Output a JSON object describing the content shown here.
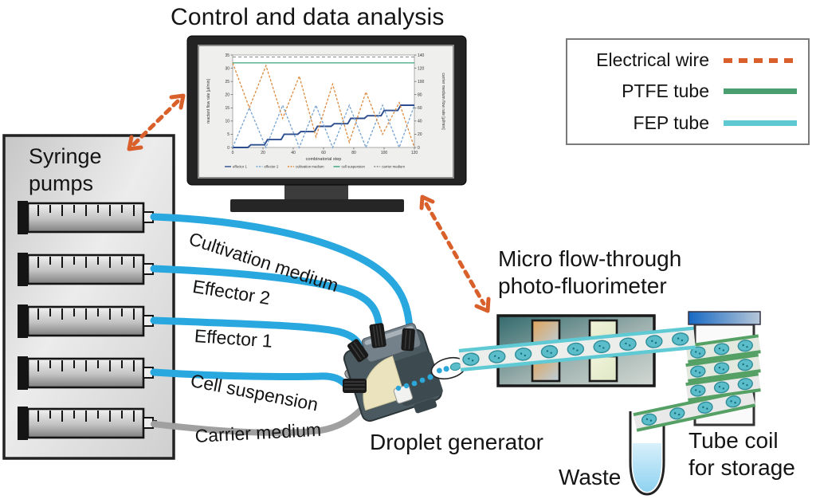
{
  "title": "Control and data analysis",
  "legend": {
    "items": [
      {
        "label": "Electrical wire",
        "type": "dashed",
        "color": "#d95f2b"
      },
      {
        "label": "PTFE tube",
        "type": "solid",
        "color": "#4a9e6f"
      },
      {
        "label": "FEP tube",
        "type": "solid",
        "color": "#5ec9d3"
      }
    ]
  },
  "syringe_pumps": {
    "title": "Syringe pumps",
    "count": 5
  },
  "tube_labels": [
    "Cultivation medium",
    "Effector 2",
    "Effector 1",
    "Cell suspension",
    "Carrier medium"
  ],
  "labels": {
    "droplet_generator": "Droplet generator",
    "fluorimeter_line1": "Micro flow-through",
    "fluorimeter_line2": "photo-fluorimeter",
    "waste": "Waste",
    "tube_coil_line1": "Tube coil",
    "tube_coil_line2": "for storage"
  },
  "colors": {
    "fep_tube": "#29a8e0",
    "carrier_tube": "#a0a0a0",
    "electrical_wire": "#d95f2b",
    "ptfe_tube": "#55a065",
    "droplet": "#5bbdc9"
  },
  "chart_data": {
    "type": "line",
    "title": "",
    "xlabel": "combinatorial step",
    "ylabel_left": "reactant flow rate [µl/min]",
    "ylabel_right": "carrier medium flow rate [µl/min]",
    "xlim": [
      0,
      120
    ],
    "xticks": [
      0,
      20,
      40,
      60,
      80,
      100,
      120
    ],
    "ylim_left": [
      0,
      35
    ],
    "yticks_left": [
      0,
      5,
      10,
      15,
      20,
      25,
      30,
      35
    ],
    "ylim_right": [
      0,
      140
    ],
    "yticks_right": [
      0,
      20,
      40,
      60,
      80,
      100,
      120,
      140
    ],
    "grid": false,
    "legend_position": "bottom",
    "series": [
      {
        "name": "effector 1",
        "color": "#2d4d8e",
        "axis": "left",
        "dash": "",
        "width": 1.9,
        "x": [
          0,
          10,
          12,
          21,
          23,
          32,
          34,
          43,
          45,
          54,
          56,
          65,
          67,
          76,
          78,
          87,
          89,
          98,
          100,
          109,
          111,
          120
        ],
        "y": [
          0,
          0,
          1,
          1,
          3,
          3,
          5,
          5,
          6,
          6,
          8,
          8,
          9,
          9,
          11,
          11,
          12,
          12,
          14,
          14,
          16,
          16
        ]
      },
      {
        "name": "effector 2",
        "color": "#74a3d2",
        "axis": "left",
        "dash": "3 2",
        "width": 1.3,
        "x": [
          0,
          11,
          22,
          33,
          44,
          55,
          66,
          77,
          88,
          99,
          110,
          120
        ],
        "y": [
          0,
          15,
          0,
          16,
          0,
          16,
          0,
          16,
          0,
          16,
          0,
          16
        ]
      },
      {
        "name": "cultivation medium",
        "color": "#dd8a3e",
        "axis": "left",
        "dash": "3 2",
        "width": 1.3,
        "x": [
          0,
          11,
          22,
          33,
          44,
          55,
          66,
          77,
          88,
          99,
          110,
          120
        ],
        "y": [
          32,
          15,
          31,
          11,
          27,
          4,
          24,
          2,
          21,
          5,
          17,
          0
        ]
      },
      {
        "name": "cell suspension",
        "color": "#3aa47c",
        "axis": "left",
        "dash": "",
        "width": 1.3,
        "x": [
          0,
          120
        ],
        "y": [
          32,
          32
        ]
      },
      {
        "name": "carrier medium",
        "color": "#8a8a8a",
        "axis": "right",
        "dash": "4 3",
        "width": 1.1,
        "x": [
          0,
          120
        ],
        "y": [
          137,
          137
        ]
      }
    ]
  }
}
